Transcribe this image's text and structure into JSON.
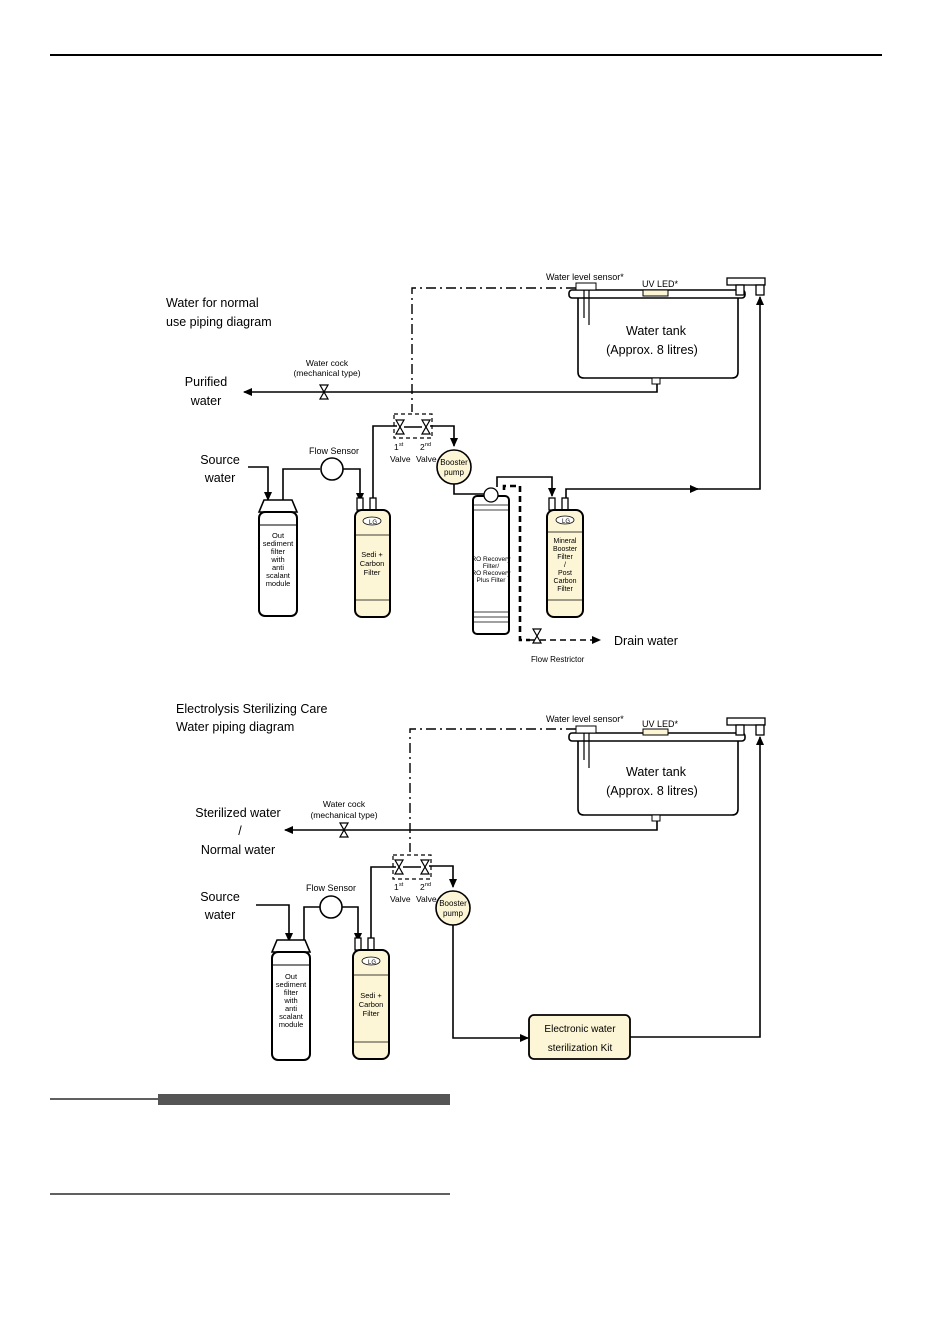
{
  "diagram1": {
    "title_line1": "Water for normal",
    "title_line2": "use piping diagram",
    "water_level_sensor": "Water level sensor*",
    "uv_led": "UV LED*",
    "tank_line1": "Water tank",
    "tank_line2": "(Approx. 8 litres)",
    "water_cock_line1": "Water cock",
    "water_cock_line2": "(mechanical type)",
    "purified_line1": "Purified",
    "purified_line2": "water",
    "source_line1": "Source",
    "source_line2": "water",
    "flow_sensor": "Flow Sensor",
    "valve1_num": "1",
    "valve1_sup": "st",
    "valve1_label": "Valve",
    "valve2_num": "2",
    "valve2_sup": "nd",
    "valve2_label": "Valve",
    "pump_line1": "Booster",
    "pump_line2": "pump",
    "out_filter": [
      "Out",
      "sediment",
      "filter",
      "with",
      "anti",
      "scalant",
      "module"
    ],
    "sedi_filter": [
      "Sedi +",
      "Carbon",
      "Filter"
    ],
    "ro_filter": [
      "RO Recovery",
      "Filter/",
      "RO Recovery",
      "Plus Filter"
    ],
    "mineral_filter": [
      "Mineral",
      "Booster",
      "Filter",
      "/",
      "Post",
      "Carbon",
      "Filter"
    ],
    "drain": "Drain water",
    "flow_restrictor": "Flow Restrictor"
  },
  "diagram2": {
    "title_line1": "Electrolysis Sterilizing Care",
    "title_line2": "Water piping diagram",
    "water_level_sensor": "Water level sensor*",
    "uv_led": "UV LED*",
    "tank_line1": "Water tank",
    "tank_line2": "(Approx. 8 litres)",
    "water_cock_line1": "Water cock",
    "water_cock_line2": "(mechanical type)",
    "sterilized_line1": "Sterilized water",
    "sterilized_line2": "/",
    "sterilized_line3": "Normal water",
    "source_line1": "Source",
    "source_line2": "water",
    "flow_sensor": "Flow Sensor",
    "valve1_num": "1",
    "valve1_sup": "st",
    "valve1_label": "Valve",
    "valve2_num": "2",
    "valve2_sup": "nd",
    "valve2_label": "Valve",
    "pump_line1": "Booster",
    "pump_line2": "pump",
    "out_filter": [
      "Out",
      "sediment",
      "filter",
      "with",
      "anti",
      "scalant",
      "module"
    ],
    "sedi_filter": [
      "Sedi +",
      "Carbon",
      "Filter"
    ],
    "kit_line1": "Electronic water",
    "kit_line2": "sterilization Kit"
  },
  "logo_text": "LG",
  "colors": {
    "filter_fill": "#fdf6d6",
    "bar": "#555555",
    "line": "#000000"
  }
}
